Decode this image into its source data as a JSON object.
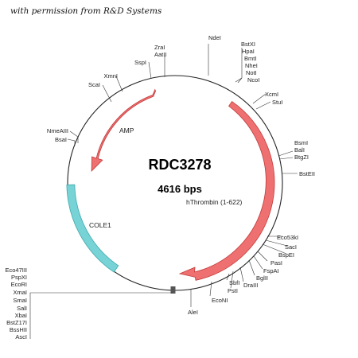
{
  "credit": "with permission from R&D Systems",
  "plasmid": {
    "name": "RDC3278",
    "size_label": "4616 bps"
  },
  "colors": {
    "backbone": "#222222",
    "arrow_fill": "#ee7070",
    "arrow_stroke": "#c23a3a",
    "cole1_fill": "#77d3d5",
    "cole1_stroke": "#3fa9ad"
  },
  "features": [
    {
      "id": "amp",
      "label": "AMP"
    },
    {
      "id": "hthrombin",
      "label": "hThrombin (1-622)"
    },
    {
      "id": "cole1",
      "label": "COLE1"
    }
  ],
  "sites": {
    "ndei": "NdeI",
    "top_cluster": [
      "BstXI",
      "HpaI",
      "BmtI",
      "NheI",
      "NotI",
      "NcoI"
    ],
    "xcmi_right": "XcmI",
    "stui": "StuI",
    "right_cluster": [
      "BsmI",
      "BalI",
      "BtgZI"
    ],
    "bsteii": "BstEII",
    "lower_right": [
      "Eco53kI",
      "SacI",
      "BspEI",
      "PasI",
      "FspAI",
      "BglII",
      "DraIII",
      "PstI",
      "SbfI",
      "EcoNI"
    ],
    "alei": "AleI",
    "bottom_left": [
      "Eco47III",
      "PspXI",
      "EcoRI",
      "XmaI",
      "SmaI",
      "SalI",
      "XbaI",
      "BstZ17I",
      "BssHII",
      "AscI"
    ],
    "left_sites": [
      "NmeAIII",
      "BsaI"
    ],
    "scai": "ScaI",
    "xmni": "XmnI",
    "sspi": "SspI",
    "top_left": [
      "ZraI",
      "AatII"
    ]
  }
}
